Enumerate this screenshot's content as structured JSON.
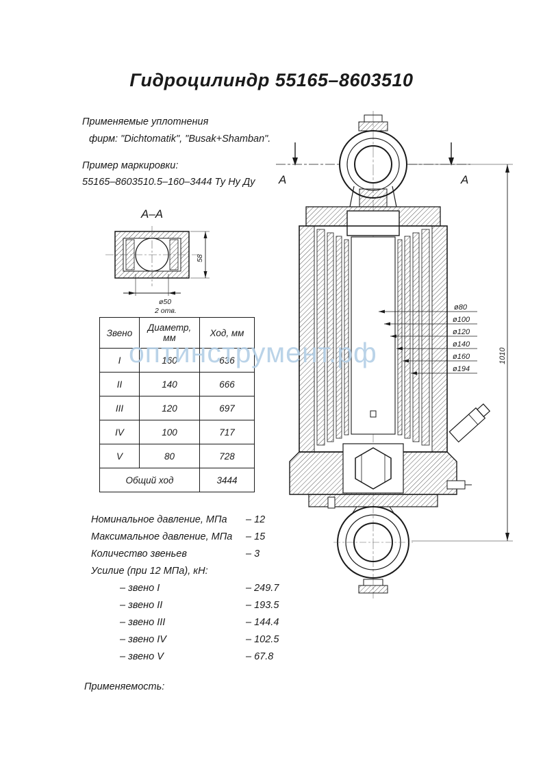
{
  "page": {
    "title": "Гидроцилиндр 55165–8603510",
    "watermark": "оптинструмент.рф"
  },
  "notes": {
    "seals_line1": "Применяемые уплотнения",
    "seals_line2": "фирм: \"Dichtomatik\", \"Busak+Shamban\".",
    "marking_label": "Пример маркировки:",
    "marking_value": "55165–8603510.5–160–3444 Ту Ну Ду",
    "applicability": "Применяемость:"
  },
  "section_view": {
    "label": "А–А",
    "dim_height": "58",
    "dim_hole_dia": "ø50",
    "dim_hole_count": "2 отв."
  },
  "main_view": {
    "cut_label_left": "А",
    "cut_label_right": "А",
    "dia_labels": [
      "ø80",
      "ø100",
      "ø120",
      "ø140",
      "ø160",
      "ø194"
    ],
    "length_dim": "1010"
  },
  "table": {
    "headers": {
      "zveno": "Звено",
      "diameter_line1": "Диаметр,",
      "diameter_line2": "мм",
      "stroke": "Ход, мм"
    },
    "rows": [
      {
        "zveno": "I",
        "diameter": "160",
        "stroke": "636"
      },
      {
        "zveno": "II",
        "diameter": "140",
        "stroke": "666"
      },
      {
        "zveno": "III",
        "diameter": "120",
        "stroke": "697"
      },
      {
        "zveno": "IV",
        "diameter": "100",
        "stroke": "717"
      },
      {
        "zveno": "V",
        "diameter": "80",
        "stroke": "728"
      }
    ],
    "total_label": "Общий ход",
    "total_value": "3444"
  },
  "specs": {
    "items": [
      {
        "label": "Номинальное давление, МПа",
        "value": "– 12"
      },
      {
        "label": "Максимальное давление, МПа",
        "value": "– 15"
      },
      {
        "label": "Количество звеньев",
        "value": "– 3"
      }
    ],
    "force_header": "Усилие (при 12 МПа), кН:",
    "forces": [
      {
        "label": "– звено I",
        "value": "– 249.7"
      },
      {
        "label": "– звено II",
        "value": "– 193.5"
      },
      {
        "label": "– звено III",
        "value": "– 144.4"
      },
      {
        "label": "– звено IV",
        "value": "– 102.5"
      },
      {
        "label": "– звено V",
        "value": "– 67.8"
      }
    ]
  }
}
